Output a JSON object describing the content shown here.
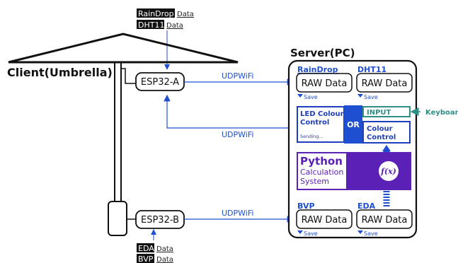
{
  "client": {
    "title": "Client(Umbrella)"
  },
  "server": {
    "title": "Server(PC)"
  },
  "devices": {
    "esp32_a": "ESP32-A",
    "esp32_b": "ESP32-B"
  },
  "sensor_labels": {
    "raindrop": {
      "name": "RainDrop",
      "suffix": "Data"
    },
    "dht11": {
      "name": "DHT11",
      "suffix": "Data"
    },
    "eda": {
      "name": "EDA",
      "suffix": "Data"
    },
    "bvp": {
      "name": "BVP",
      "suffix": "Data"
    }
  },
  "links": {
    "udp_a_to_server": "UDPWiFi",
    "udp_server_to_a": "UDPWiFi",
    "udp_b_to_server": "UDPWiFi"
  },
  "server_panels": {
    "raindrop": {
      "header": "RainDrop",
      "box": "RAW Data",
      "save": "Save"
    },
    "dht11": {
      "header": "DHT11",
      "box": "RAW Data",
      "save": "Save"
    },
    "bvp": {
      "header": "BVP",
      "box": "RAW Data",
      "save": "Save"
    },
    "eda": {
      "header": "EDA",
      "box": "RAW Data",
      "save": "Save"
    }
  },
  "led_control": {
    "line1": "LED Colour",
    "line2": "Control",
    "status": "Sending..."
  },
  "or_label": "OR",
  "input_label": "INPUT",
  "keyboard_label": "Keyboard",
  "colour_control": {
    "line1": "Colour",
    "line2": "Control"
  },
  "python": {
    "title": "Python",
    "line1": "Calculation",
    "line2": "System",
    "fx": "f(x)"
  },
  "colors": {
    "blue": "#1f4fd1",
    "dark": "#111111",
    "purple": "#5b21b6",
    "teal": "#2f8f86"
  }
}
